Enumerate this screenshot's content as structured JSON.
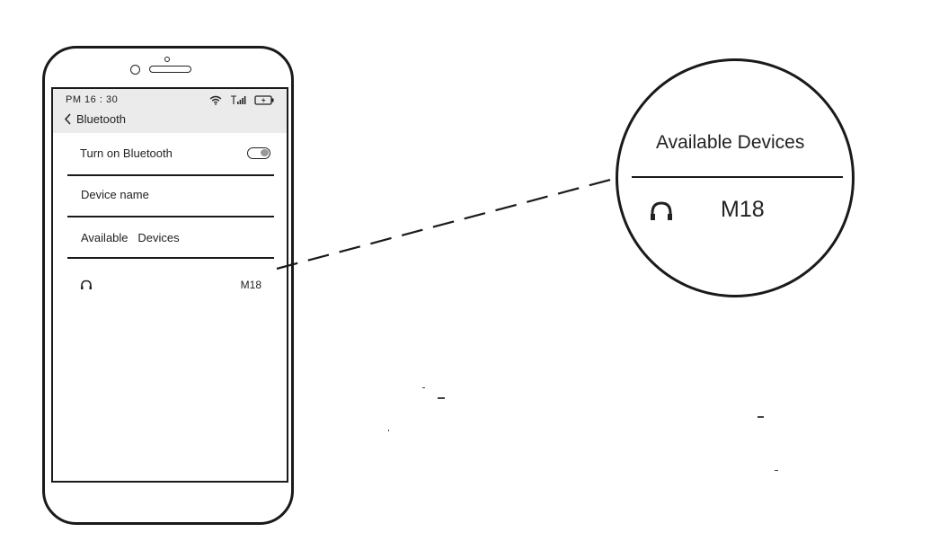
{
  "status_bar": {
    "time": "PM 16 : 30",
    "icons": [
      "wifi-icon",
      "signal-icon",
      "battery-charging-icon"
    ]
  },
  "header": {
    "back_icon": "chevron-left-icon",
    "title": "Bluetooth"
  },
  "settings": {
    "toggle_label": "Turn on Bluetooth",
    "toggle_state": "on",
    "device_name_label": "Device name",
    "available_label": "Available   Devices"
  },
  "devices": [
    {
      "icon": "headphones-icon",
      "name": "M18"
    }
  ],
  "zoom": {
    "title": "Available Devices",
    "device_icon": "headphones-icon",
    "device_name": "M18"
  },
  "colors": {
    "outline": "#1a1a1a",
    "header_bg": "#ebebeb",
    "toggle_knob": "#999999"
  }
}
